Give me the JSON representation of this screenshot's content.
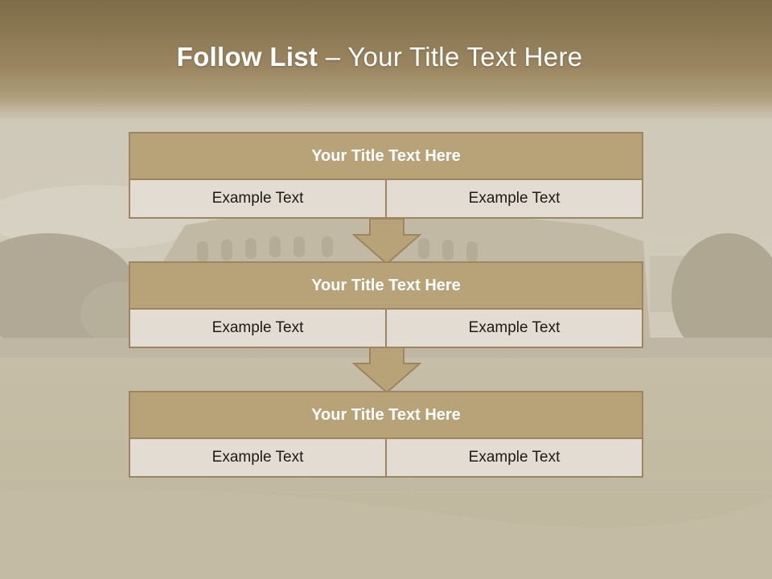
{
  "slide": {
    "title_bold": "Follow List",
    "title_rest": " – Your Title Text Here",
    "steps": [
      {
        "title": "Your Title Text Here",
        "left": "Example Text",
        "right": "Example Text"
      },
      {
        "title": "Your Title Text Here",
        "left": "Example Text",
        "right": "Example Text"
      },
      {
        "title": "Your Title Text Here",
        "left": "Example Text",
        "right": "Example Text"
      }
    ]
  },
  "colors": {
    "header": "#8a7650",
    "box_head": "#b8a378",
    "box_border": "#9c8560",
    "cell_bg": "#e2dcd2",
    "arrow": "#b8a378"
  },
  "icons": {
    "connector": "down-arrow-icon"
  }
}
